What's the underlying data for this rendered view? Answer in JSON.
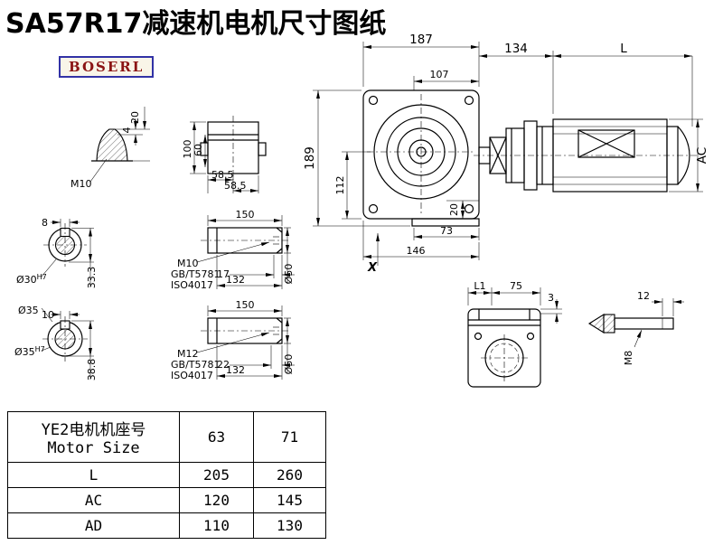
{
  "title": "SA57R17减速机电机尺寸图纸",
  "logo": "BOSERL",
  "views": {
    "key_end": {
      "dim20": "20",
      "dim4": "4",
      "thread": "M10"
    },
    "block": {
      "dim100": "100",
      "dim60": "60",
      "dim585a": "58.5",
      "dim585b": "58.5"
    },
    "bore30": {
      "dim8": "8",
      "dia_base": "Ø30",
      "dia_sup": "H7",
      "dim333": "33.3"
    },
    "bore35": {
      "label_od": "Ø35",
      "dim10": "10",
      "dia_base": "Ø35",
      "dia_sup": "H7",
      "dim388": "38.8"
    },
    "shaft1": {
      "dim150": "150",
      "thread": "M10",
      "std1": "GB/T5781",
      "std2": "ISO4017",
      "dim17": "17",
      "dim132": "132",
      "dia": "Ø50"
    },
    "shaft2": {
      "dim150": "150",
      "thread": "M12",
      "std1": "GB/T5781",
      "std2": "ISO4017",
      "dim22": "22",
      "dim132": "132",
      "dia": "Ø50"
    },
    "gearbox": {
      "dim187": "187",
      "dim107": "107",
      "dim189": "189",
      "dim112": "112",
      "dim20": "20",
      "dim73": "73",
      "dim146": "146",
      "marker_x": "X"
    },
    "motor": {
      "dim134": "134",
      "dim_l": "L",
      "dim_ac": "AC"
    },
    "flange": {
      "dim_l1": "L1",
      "dim75": "75",
      "dim3": "3"
    },
    "bolt": {
      "dim12": "12",
      "thread": "M8"
    }
  },
  "table": {
    "header_cn": "YE2电机机座号",
    "header_en": "Motor Size",
    "frame_sizes": [
      "63",
      "71"
    ],
    "rows": [
      {
        "label": "L",
        "values": [
          "205",
          "260"
        ]
      },
      {
        "label": "AC",
        "values": [
          "120",
          "145"
        ]
      },
      {
        "label": "AD",
        "values": [
          "110",
          "130"
        ]
      }
    ]
  }
}
